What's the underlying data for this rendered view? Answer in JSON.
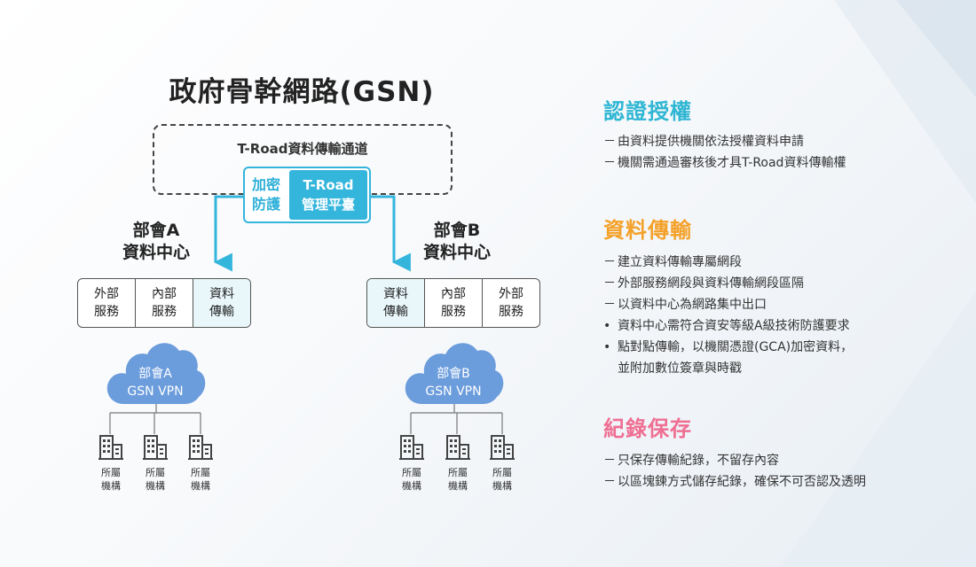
{
  "diagram": {
    "title": "政府骨幹網路(GSN)",
    "tunnel_label": "T-Road資料傳輸通道",
    "troad_box": {
      "left_line1": "加密",
      "left_line2": "防護",
      "right_line1": "T-Road",
      "right_line2": "管理平臺"
    },
    "ministry_a": {
      "label_line1": "部會A",
      "label_line2": "資料中心",
      "segments": [
        {
          "line1": "外部",
          "line2": "服務"
        },
        {
          "line1": "內部",
          "line2": "服務"
        },
        {
          "line1": "資料",
          "line2": "傳輸"
        }
      ],
      "cloud_line1": "部會A",
      "cloud_line2": "GSN VPN",
      "buildings": [
        {
          "line1": "所屬",
          "line2": "機構"
        },
        {
          "line1": "所屬",
          "line2": "機構"
        },
        {
          "line1": "所屬",
          "line2": "機構"
        }
      ]
    },
    "ministry_b": {
      "label_line1": "部會B",
      "label_line2": "資料中心",
      "segments": [
        {
          "line1": "資料",
          "line2": "傳輸"
        },
        {
          "line1": "內部",
          "line2": "服務"
        },
        {
          "line1": "外部",
          "line2": "服務"
        }
      ],
      "cloud_line1": "部會B",
      "cloud_line2": "GSN VPN",
      "buildings": [
        {
          "line1": "所屬",
          "line2": "機構"
        },
        {
          "line1": "所屬",
          "line2": "機構"
        },
        {
          "line1": "所屬",
          "line2": "機構"
        }
      ]
    }
  },
  "sections": [
    {
      "title": "認證授權",
      "color": "#2fb6d3",
      "items": [
        {
          "marker": "－",
          "text": "由資料提供機關依法授權資料申請"
        },
        {
          "marker": "－",
          "text": "機關需通過審核後才具T-Road資料傳輸權"
        }
      ]
    },
    {
      "title": "資料傳輸",
      "color": "#f4a12a",
      "items": [
        {
          "marker": "－",
          "text": "建立資料傳輸專屬網段"
        },
        {
          "marker": "－",
          "text": "外部服務網段與資料傳輸網段區隔"
        },
        {
          "marker": "－",
          "text": "以資料中心為網路集中出口"
        },
        {
          "marker": "•",
          "text": "資料中心需符合資安等級A級技術防護要求"
        },
        {
          "marker": "•",
          "text": "點對點傳輸，以機關憑證(GCA)加密資料，"
        },
        {
          "marker": "",
          "text": "並附加數位簽章與時戳"
        }
      ]
    },
    {
      "title": "紀錄保存",
      "color": "#ef6f93",
      "items": [
        {
          "marker": "－",
          "text": "只保存傳輸紀錄，不留存內容"
        },
        {
          "marker": "－",
          "text": "以區塊鍊方式儲存紀錄，確保不可否認及透明"
        }
      ]
    }
  ],
  "colors": {
    "accent_blue": "#34b5dc",
    "cloud_blue": "#6b9cdc",
    "line_dark": "#555555"
  }
}
